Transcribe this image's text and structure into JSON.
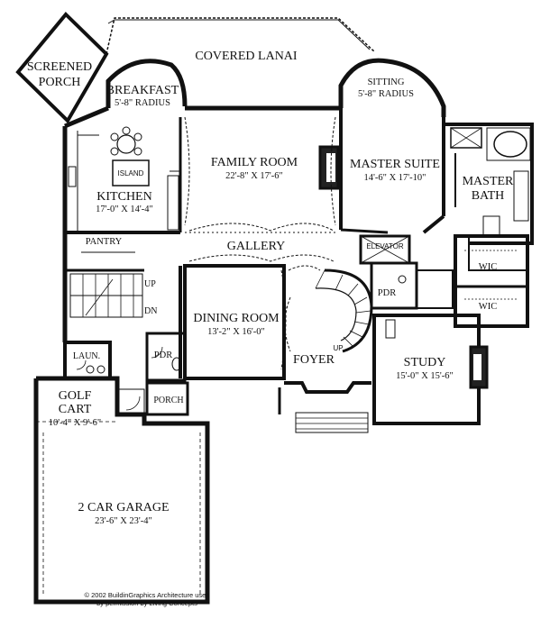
{
  "rooms": {
    "covered_lanai": "COVERED LANAI",
    "screened_porch_1": "SCREENED",
    "screened_porch_2": "PORCH",
    "breakfast": "BREAKFAST",
    "breakfast_radius": "5'-8\" RADIUS",
    "sitting": "SITTING",
    "sitting_radius": "5'-8\" RADIUS",
    "island": "ISLAND",
    "family_room": "FAMILY ROOM",
    "family_room_dim": "22'-8\" X 17'-6\"",
    "master_suite": "MASTER SUITE",
    "master_suite_dim": "14'-6\" X 17'-10\"",
    "master_bath_1": "MASTER",
    "master_bath_2": "BATH",
    "kitchen": "KITCHEN",
    "kitchen_dim": "17'-0\" X 14'-4\"",
    "pantry": "PANTRY",
    "gallery": "GALLERY",
    "elevator": "ELEVATOR",
    "wic_1": "WIC",
    "wic_2": "WIC",
    "stair_up": "UP",
    "stair_dn": "DN",
    "pdr_1": "PDR",
    "pdr_2": "PDR",
    "dining_room": "DINING ROOM",
    "dining_room_dim": "13'-2\" X 16'-0\"",
    "up_foyer": "UP",
    "foyer": "FOYER",
    "study": "STUDY",
    "study_dim": "15'-0\" X 15'-6\"",
    "laun": "LAUN.",
    "golf_cart_1": "GOLF",
    "golf_cart_2": "CART",
    "golf_cart_dim": "10'-4\" X 9'-6\"",
    "porch": "PORCH",
    "garage": "2 CAR GARAGE",
    "garage_dim": "23'-6\" X 23'-4\""
  },
  "credit": {
    "line1": "© 2002 BuildinGraphics Architecture used",
    "line2": "by permission by Living Concepts"
  }
}
